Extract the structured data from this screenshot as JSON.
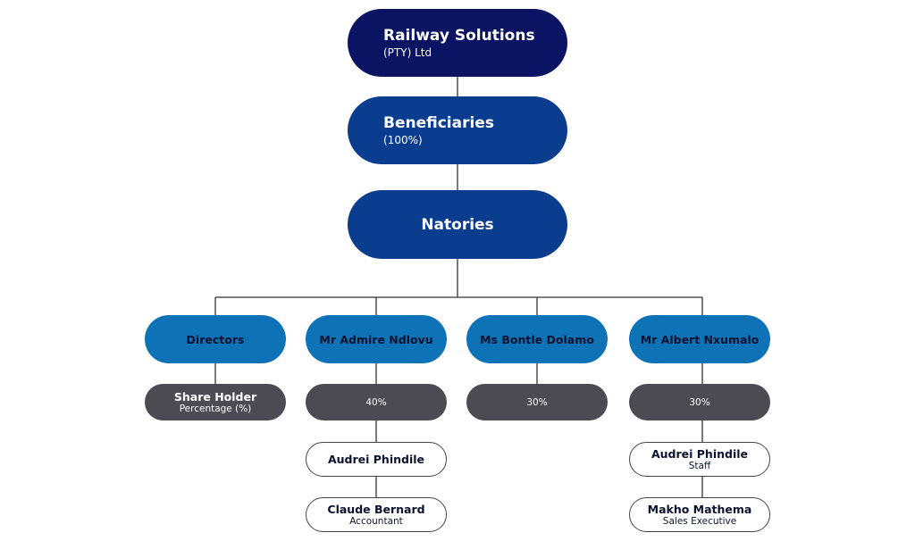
{
  "company": {
    "name": "Railway Solutions",
    "suffix": "(PTY) Ltd"
  },
  "beneficiaries": {
    "label": "Beneficiaries",
    "share": "(100%)"
  },
  "natories": {
    "label": "Natories"
  },
  "columns": [
    {
      "header": "Directors",
      "share_title": "Share Holder",
      "share_subtitle": "Percentage (%)"
    },
    {
      "header": "Mr Admire Ndlovu",
      "share": "40%",
      "staff": [
        {
          "name": "Audrei Phindile",
          "role": ""
        },
        {
          "name": "Claude Bernard",
          "role": "Accountant"
        }
      ]
    },
    {
      "header": "Ms Bontle Dolamo",
      "share": "30%"
    },
    {
      "header": "Mr Albert Nxumalo",
      "share": "30%",
      "staff": [
        {
          "name": "Audrei Phindile",
          "role": "Staff"
        },
        {
          "name": "Makho Mathema",
          "role": "Sales Executive"
        }
      ]
    }
  ],
  "colors": {
    "company": "#0b1462",
    "top_level": "#0b3d8f",
    "director": "#0e72b7",
    "share": "#4b4b53",
    "staff_border": "#444444"
  }
}
